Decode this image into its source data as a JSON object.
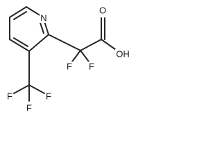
{
  "molecule": {
    "atoms": {
      "N": "N",
      "O_carbonyl": "O",
      "OH": "OH",
      "F_alpha_left": "F",
      "F_alpha_right": "F",
      "F_cf3_left": "F",
      "F_cf3_center": "F",
      "F_cf3_right": "F"
    }
  }
}
